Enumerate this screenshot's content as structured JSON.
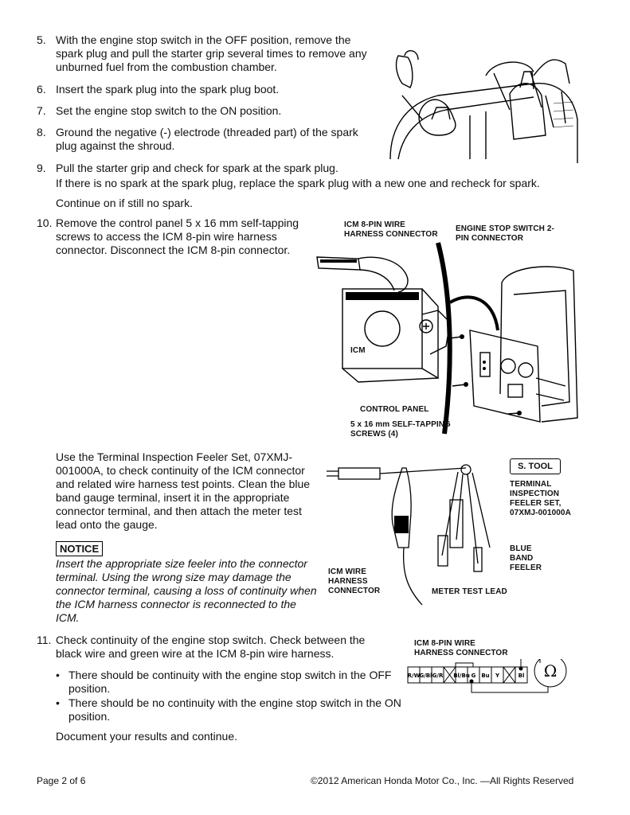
{
  "steps": [
    {
      "num": "5.",
      "text": "With the engine stop switch in the OFF position, remove the spark plug and pull the starter grip several times to remove any unburned fuel from the combustion chamber."
    },
    {
      "num": "6.",
      "text": "Insert the spark plug into the spark plug boot."
    },
    {
      "num": "7.",
      "text": "Set the engine stop switch to the ON position."
    },
    {
      "num": "8.",
      "text": "Ground the negative (-) electrode (threaded part) of the spark plug against the shroud."
    },
    {
      "num": "9.",
      "text": "Pull the starter grip and check for spark at the spark plug."
    },
    {
      "num": "10.",
      "text": "Remove the control panel 5 x 16 mm self-tapping screws to access the ICM 8-pin wire harness connector. Disconnect the ICM 8-pin connector."
    },
    {
      "num": "11.",
      "text": "Check continuity of the engine stop switch. Check between the black wire and green wire at the ICM 8-pin wire harness."
    }
  ],
  "step9_note": "If there is no spark at the spark plug, replace the spark plug with a new one and recheck for spark.",
  "step9_continue": "Continue on if still no spark.",
  "feeler_para": "Use the Terminal Inspection Feeler Set, 07XMJ-001000A, to check continuity of the ICM connector and related wire harness test points. Clean the blue band gauge terminal, insert it in the appropriate connector terminal, and then attach the meter test lead onto the gauge.",
  "notice": {
    "label": "NOTICE",
    "text": "Insert the appropriate size feeler into the connector terminal. Using the wrong size may damage the connector terminal, causing a loss of continuity when the ICM harness connector is reconnected to the ICM."
  },
  "bullets": [
    "There should be continuity with the engine stop switch in the OFF position.",
    "There should be no continuity with the engine stop switch in the ON position."
  ],
  "document_results": "Document your results and continue.",
  "figure2": {
    "icm_connector": "ICM 8-PIN WIRE HARNESS CONNECTOR",
    "stop_switch": "ENGINE STOP SWITCH 2-PIN CONNECTOR",
    "icm": "ICM",
    "control_panel": "CONTROL PANEL",
    "screws": "5 x 16 mm SELF-TAPPING SCREWS (4)"
  },
  "figure3": {
    "stool": "S. TOOL",
    "feeler_set": "TERMINAL INSPECTION FEELER SET, 07XMJ-001000A",
    "blue_band": "BLUE BAND FEELER",
    "icm_harness": "ICM WIRE HARNESS CONNECTOR",
    "meter_lead": "METER TEST LEAD"
  },
  "figure4": {
    "title": "ICM 8-PIN WIRE HARNESS CONNECTOR",
    "pins": [
      "R/W",
      "G/Bl",
      "G/R",
      "",
      "Bl/Bu",
      "G",
      "Bu",
      "Y",
      "",
      "Bl"
    ],
    "ohm": "Ω"
  },
  "footer": {
    "page": "Page 2 of 6",
    "copyright": "©2012 American Honda Motor Co., Inc. —All Rights Reserved"
  }
}
